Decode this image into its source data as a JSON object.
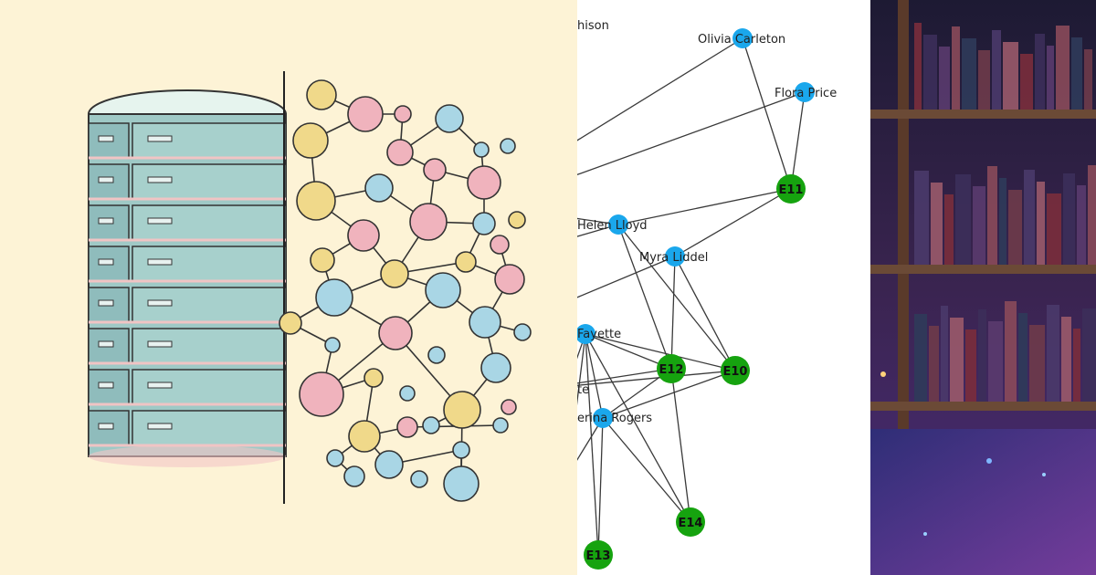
{
  "graph": {
    "person_nodes": [
      {
        "id": "p1",
        "label": "hison"
      },
      {
        "id": "p2",
        "label": "Olivia Carleton"
      },
      {
        "id": "p3",
        "label": "Flora Price"
      },
      {
        "id": "p4",
        "label": "Helen Lloyd"
      },
      {
        "id": "p5",
        "label": "Myra Liddel"
      },
      {
        "id": "p6",
        "label": "Fayette"
      },
      {
        "id": "p7",
        "label": "te"
      },
      {
        "id": "p8",
        "label": "erina Rogers"
      }
    ],
    "entity_nodes": [
      {
        "id": "E10",
        "label": "E10"
      },
      {
        "id": "E11",
        "label": "E11"
      },
      {
        "id": "E12",
        "label": "E12"
      },
      {
        "id": "E13",
        "label": "E13"
      },
      {
        "id": "E14",
        "label": "E14"
      }
    ]
  },
  "colors": {
    "person_node": "#1aa7ec",
    "entity_node": "#16a30f",
    "edge": "#3a3a3a",
    "left_bg": "#fdf3d6",
    "db_body": "#9fc9c6",
    "bubble_pink": "#f0b3bd",
    "bubble_yellow": "#f0d98a",
    "bubble_blue": "#a9d6e5"
  },
  "icons": {
    "left_illustration": "database-graph-illustration",
    "right_image": "bookshelf-library-image"
  }
}
